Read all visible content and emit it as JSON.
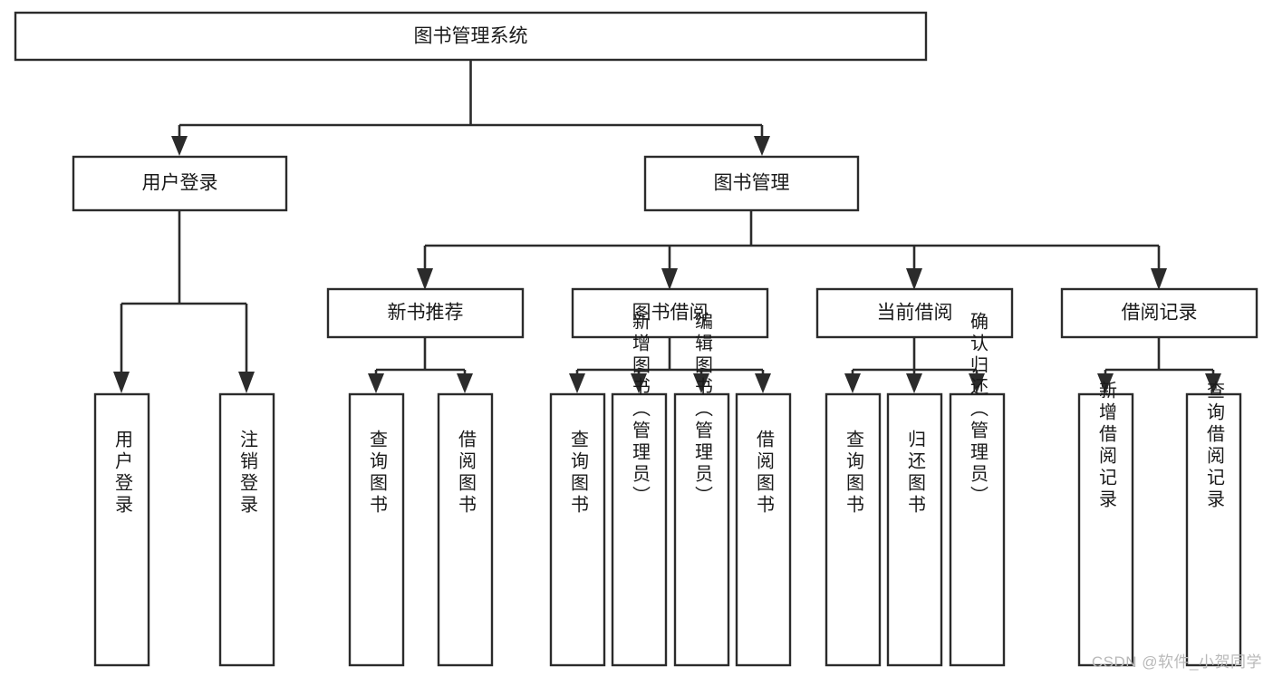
{
  "diagram": {
    "type": "tree-hierarchy-diagram",
    "title": "图书管理系统",
    "watermark": "CSDN @软件_小贺同学",
    "colors": {
      "stroke": "#2b2b2b",
      "fill": "#ffffff",
      "text": "#1a1a1a",
      "watermark": "#b9b9b9",
      "background": "#ffffff"
    },
    "levels": {
      "root": {
        "label": "图书管理系统",
        "orientation": "horizontal"
      },
      "level2": [
        {
          "label": "用户登录",
          "orientation": "horizontal"
        },
        {
          "label": "图书管理",
          "orientation": "horizontal"
        }
      ],
      "level3": [
        {
          "label": "新书推荐",
          "orientation": "horizontal",
          "parent": "图书管理"
        },
        {
          "label": "图书借阅",
          "orientation": "horizontal",
          "parent": "图书管理"
        },
        {
          "label": "当前借阅",
          "orientation": "horizontal",
          "parent": "图书管理"
        },
        {
          "label": "借阅记录",
          "orientation": "horizontal",
          "parent": "图书管理"
        }
      ],
      "leaves": [
        {
          "label": "用户登录",
          "orientation": "vertical",
          "parent": "用户登录"
        },
        {
          "label": "注销登录",
          "orientation": "vertical",
          "parent": "用户登录"
        },
        {
          "label": "查询图书",
          "orientation": "vertical",
          "parent": "新书推荐"
        },
        {
          "label": "借阅图书",
          "orientation": "vertical",
          "parent": "新书推荐"
        },
        {
          "label": "查询图书",
          "orientation": "vertical",
          "parent": "图书借阅"
        },
        {
          "label": "新增图书（管理员）",
          "orientation": "vertical",
          "parent": "图书借阅"
        },
        {
          "label": "编辑图书（管理员）",
          "orientation": "vertical",
          "parent": "图书借阅"
        },
        {
          "label": "借阅图书",
          "orientation": "vertical",
          "parent": "图书借阅"
        },
        {
          "label": "查询图书",
          "orientation": "vertical",
          "parent": "当前借阅"
        },
        {
          "label": "归还图书",
          "orientation": "vertical",
          "parent": "当前借阅"
        },
        {
          "label": "确认归还（管理员）",
          "orientation": "vertical",
          "parent": "当前借阅"
        },
        {
          "label": "新增借阅记录",
          "orientation": "vertical",
          "parent": "借阅记录"
        },
        {
          "label": "查询借阅记录",
          "orientation": "vertical",
          "parent": "借阅记录"
        }
      ]
    }
  }
}
